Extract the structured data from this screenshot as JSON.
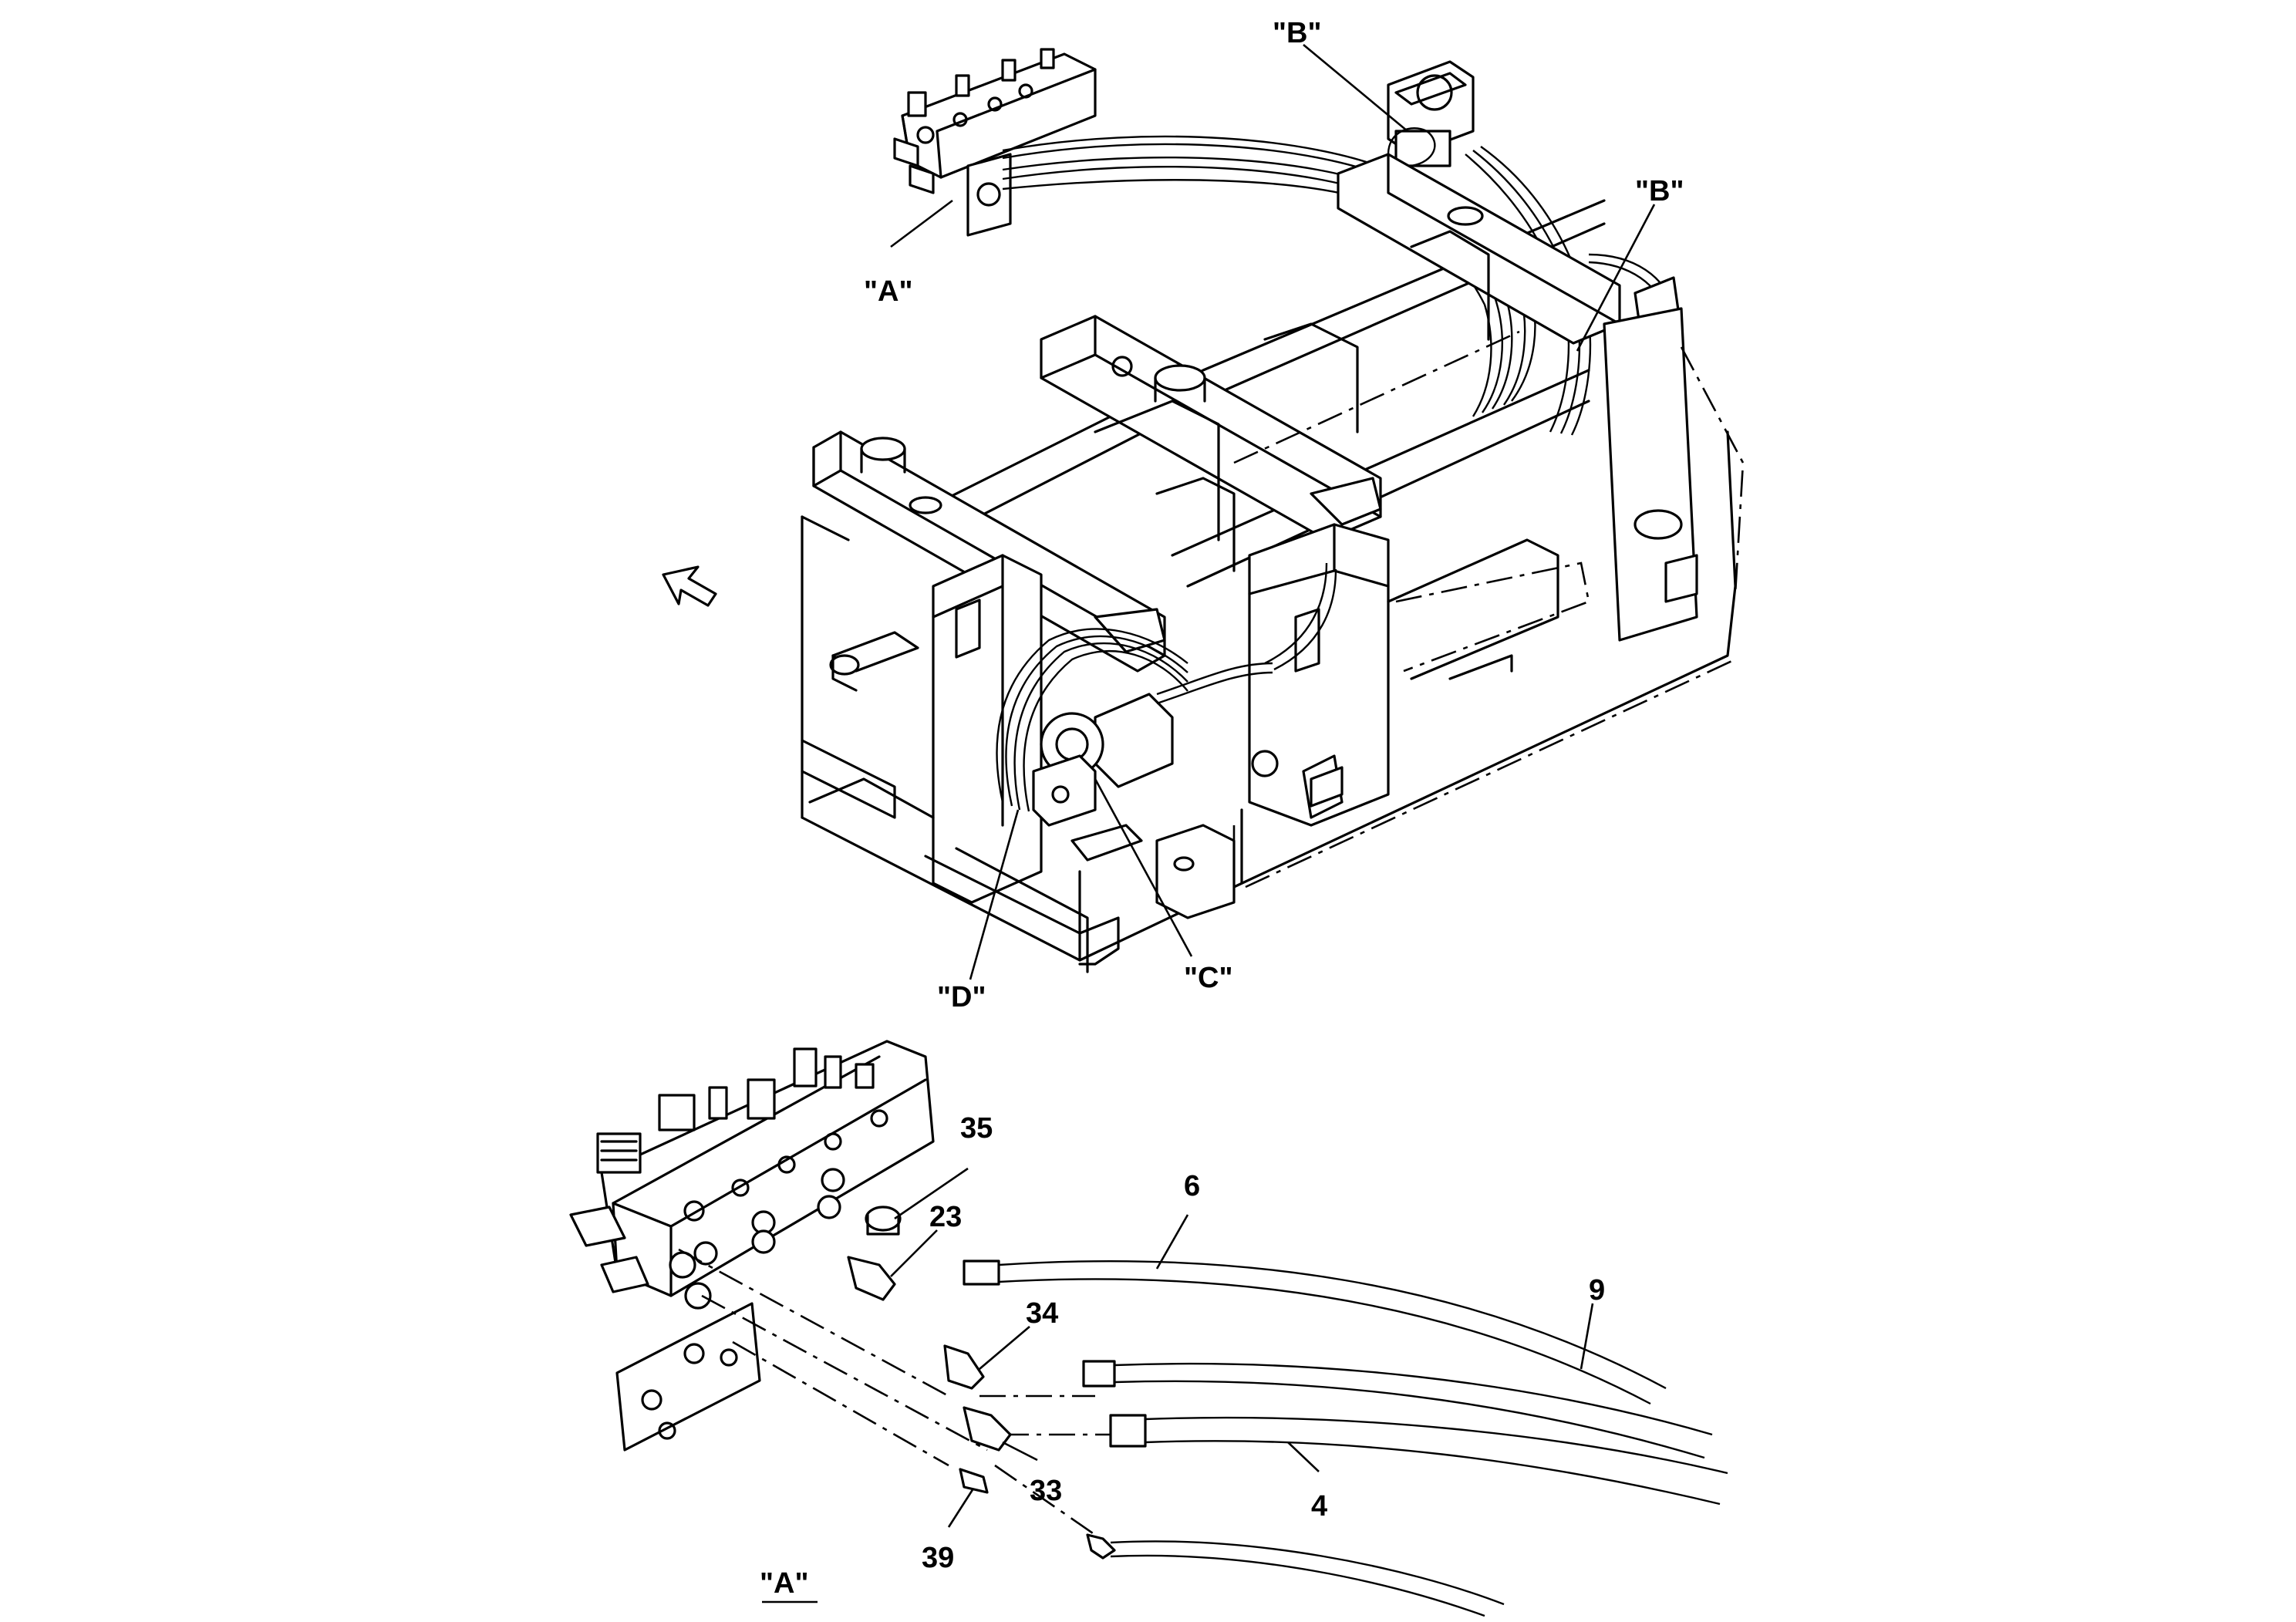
{
  "labels": {
    "view_a_top": "\"A\"",
    "view_b_top": "\"B\"",
    "view_b_right": "\"B\"",
    "view_c": "\"C\"",
    "view_d": "\"D\"",
    "detail_title": "\"A\"",
    "part_35": "35",
    "part_23": "23",
    "part_6": "6",
    "part_9": "9",
    "part_34": "34",
    "part_33": "33",
    "part_4": "4",
    "part_39": "39"
  }
}
